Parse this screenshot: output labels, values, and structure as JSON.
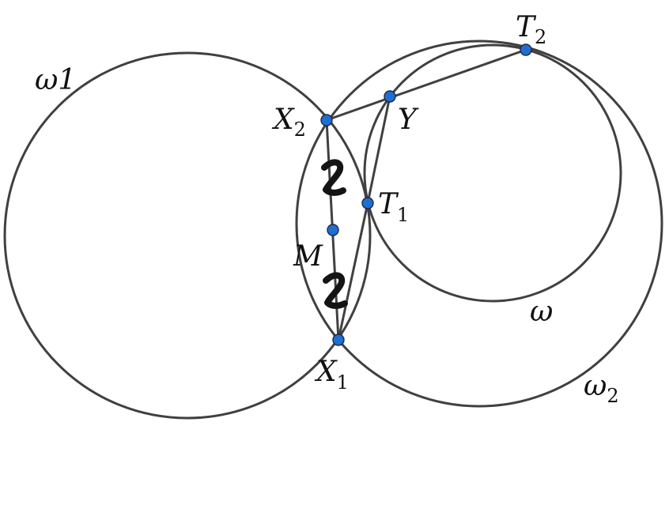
{
  "labels": {
    "omega1": {
      "main": "ω1",
      "sub": ""
    },
    "omega2": {
      "main": "ω",
      "sub": "2"
    },
    "omega": {
      "main": "ω",
      "sub": ""
    },
    "T2": {
      "main": "T",
      "sub": "2"
    },
    "X2": {
      "main": "X",
      "sub": "2"
    },
    "Y": {
      "main": "Y",
      "sub": ""
    },
    "T1": {
      "main": "T",
      "sub": "1"
    },
    "M": {
      "main": "M",
      "sub": ""
    },
    "X1": {
      "main": "X",
      "sub": "1"
    }
  },
  "colors": {
    "stroke": "#404040",
    "point_fill": "#1f6fd1",
    "background": "#ffffff"
  },
  "tick_marks": 2
}
